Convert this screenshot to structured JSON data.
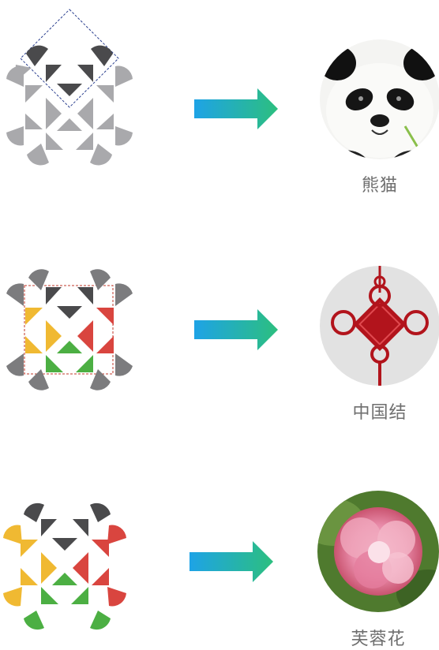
{
  "rows": [
    {
      "caption": "熊猫",
      "subject": "panda"
    },
    {
      "caption": "中国结",
      "subject": "chinese-knot"
    },
    {
      "caption": "芙蓉花",
      "subject": "hibiscus"
    }
  ],
  "colors": {
    "dark": "#4a4a4c",
    "gray": "#a9a9ac",
    "mid_gray": "#7c7c7e",
    "yellow": "#f0b932",
    "red": "#d9453f",
    "green": "#4caf43",
    "arrow_start": "#1ea3e6",
    "arrow_end": "#2cbf7f",
    "guide_blue": "#2a3f8f",
    "guide_red": "#c0392b"
  }
}
